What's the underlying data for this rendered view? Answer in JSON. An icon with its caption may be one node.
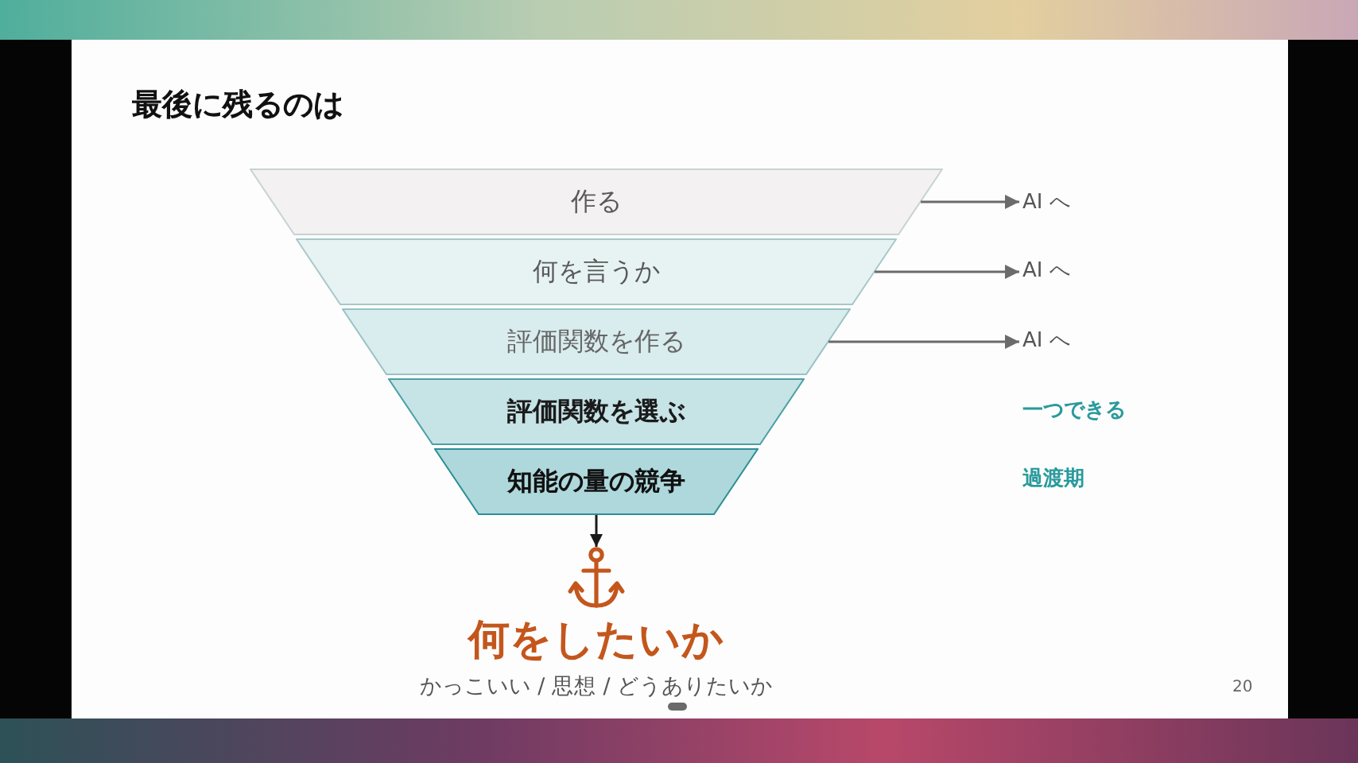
{
  "diagram": {
    "title": "最後に残るのは",
    "nodes": [
      {
        "text": [
          "作る"
        ]
      },
      {
        "text": [
          "何を言うか"
        ]
      },
      {
        "text": [
          "評価関数を作る"
        ]
      },
      {
        "text": [
          "評価関数を選ぶ"
        ]
      },
      {
        "text": [
          "知能の量の競争"
        ]
      },
      {
        "text": [
          "AI へ"
        ]
      },
      {
        "text": [
          "AI へ"
        ]
      },
      {
        "text": [
          "AI へ"
        ]
      },
      {
        "text": [],
        "shape": "picture",
        "beside": [
          "何をしたいか"
        ]
      }
    ],
    "edges": [
      {
        "from": 0,
        "to": 5,
        "arrow": "to"
      },
      {
        "from": 1,
        "to": 6,
        "arrow": "to"
      },
      {
        "from": 2,
        "to": 7,
        "arrow": "to"
      },
      {
        "from": 4,
        "to": 8,
        "arrow": "to",
        "color": "#1a1a1a"
      }
    ],
    "labels": [
      "一つできる",
      "過渡期",
      "かっこいい / 思想 / どうありたいか",
      "20"
    ]
  }
}
